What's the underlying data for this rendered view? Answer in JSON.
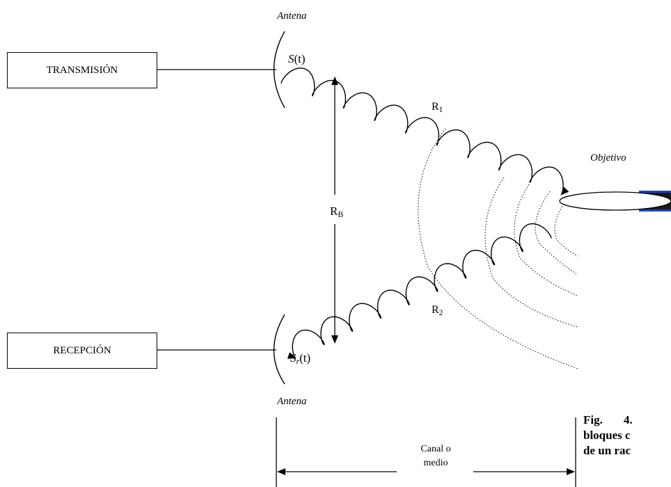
{
  "blocks": {
    "transmitter": "TRANSMISIÓN",
    "receiver": "RECEPCIÓN"
  },
  "labels": {
    "antenna_top": "Antena",
    "antenna_bottom": "Antena",
    "target": "Objetivo",
    "signal_tx_main": "S",
    "signal_tx_arg": "(t)",
    "signal_rx_main": "S",
    "signal_rx_sub": "r",
    "signal_rx_arg": "(t)",
    "range1_main": "R",
    "range1_sub": "1",
    "range2_main": "R",
    "range2_sub": "2",
    "baseline_main": "R",
    "baseline_sub": "B",
    "channel_line1": "Canal o",
    "channel_line2": "medio"
  },
  "caption": {
    "line1_a": "Fig.",
    "line1_b": "4.",
    "line2": "bloques c",
    "line3": "de un rac"
  },
  "colors": {
    "line": "#000000",
    "target_fill": "#1d1a14",
    "target_edge": "#1f3fd0"
  }
}
